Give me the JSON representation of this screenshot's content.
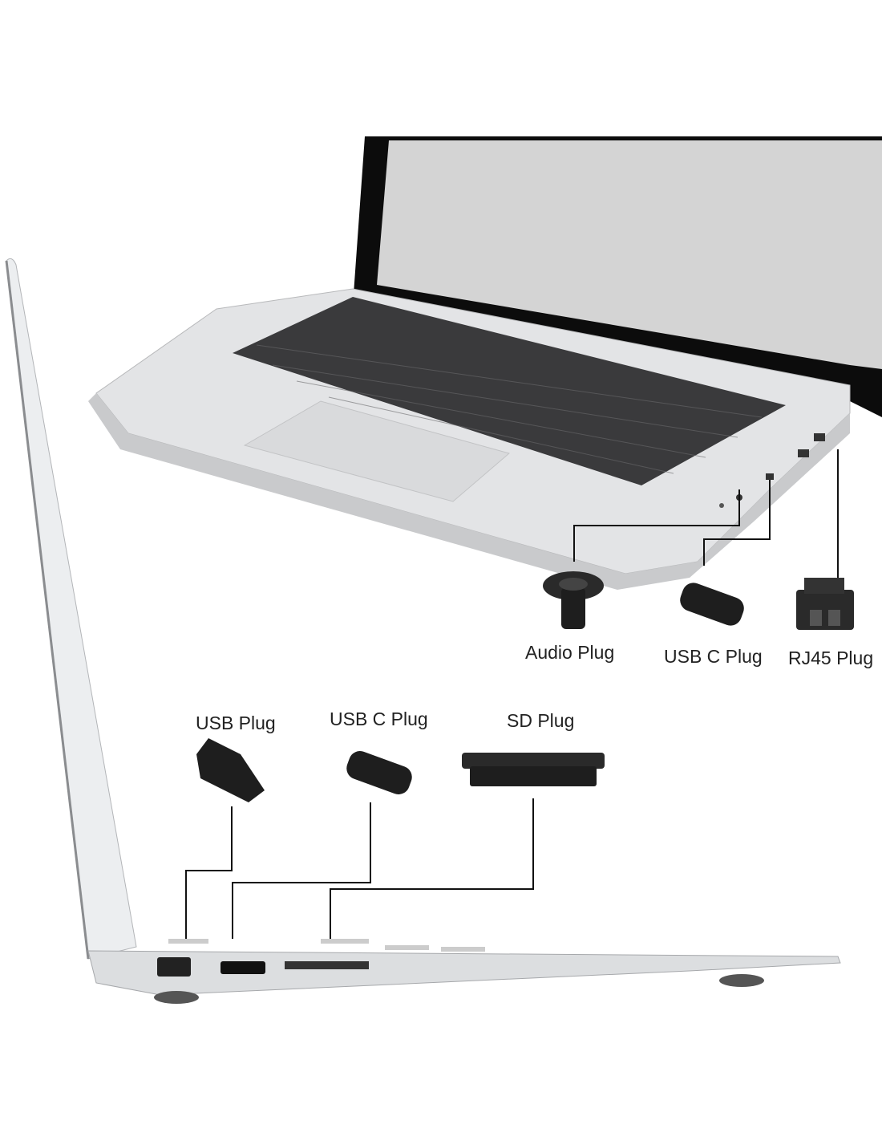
{
  "top_labels": {
    "audio": "Audio Plug",
    "usbc": "USB C Plug",
    "rj45": "RJ45 Plug"
  },
  "bottom_labels": {
    "usb": "USB Plug",
    "usbc": "USB C Plug",
    "sd": "SD Plug"
  },
  "colors": {
    "plug": "#1e1e1e",
    "silver": "#d9dadc",
    "screen": "#d6d6d6",
    "bezel": "#0c0c0c",
    "line": "#111111"
  }
}
